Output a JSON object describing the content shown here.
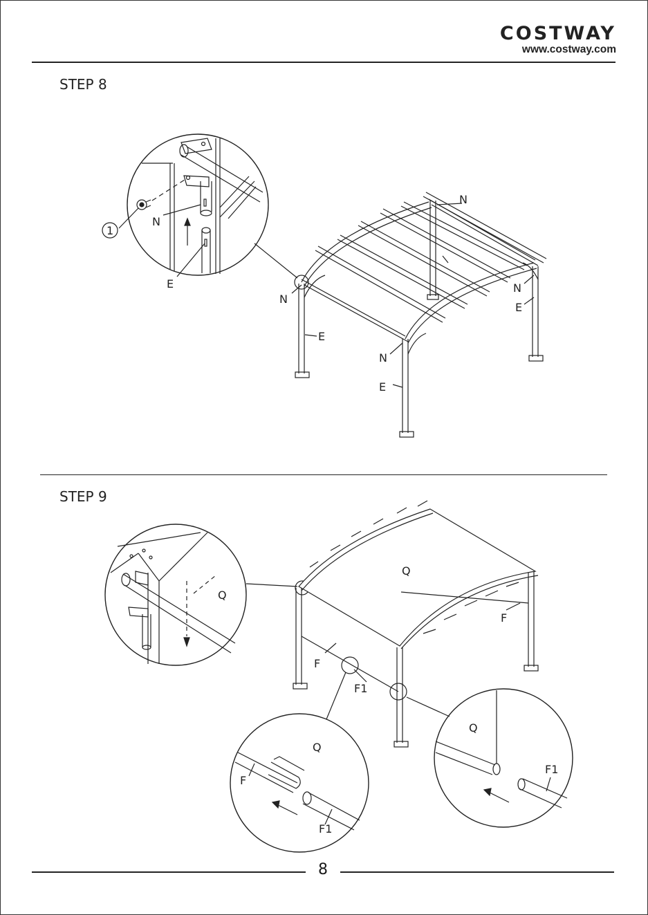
{
  "brand": {
    "name": "COSTWAY",
    "url": "www.costway.com"
  },
  "steps": [
    {
      "title": "STEP 8",
      "detail_labels": {
        "screw": "1",
        "bracket": "N",
        "post": "E"
      },
      "main_labels": {
        "n1": "N",
        "n2": "N",
        "n3": "N",
        "n4": "N",
        "e1": "E",
        "e2": "E",
        "e3": "E"
      }
    },
    {
      "title": "STEP 9",
      "detail_labels": {
        "canopy": "Q"
      },
      "main_labels": {
        "canopy": "Q",
        "f_left": "F",
        "f_right": "F",
        "f1": "F1"
      },
      "bottom_detail_left": {
        "canopy": "Q",
        "bar": "F",
        "tube": "F1"
      },
      "bottom_detail_right": {
        "canopy": "Q",
        "tube": "F1"
      }
    }
  ],
  "page_number": "8"
}
